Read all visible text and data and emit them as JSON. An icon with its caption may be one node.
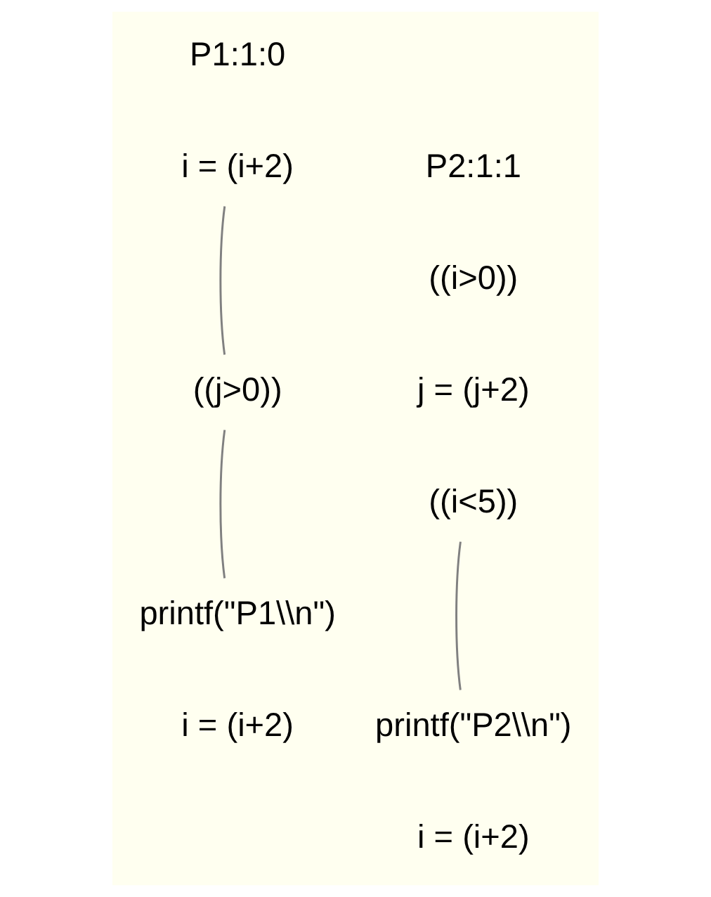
{
  "diagram": {
    "nodes": [
      {
        "text": [
          "i = (i+2)"
        ]
      },
      {
        "text": [
          "((j>0))"
        ]
      },
      {
        "text": [
          "printf(\"P1\\\\n\")"
        ]
      },
      {
        "text": [
          "((i<5))"
        ]
      },
      {
        "text": [
          "printf(\"P2\\\\n\")"
        ]
      }
    ],
    "edges": [
      {
        "from": 0,
        "to": 1,
        "arrow": "none",
        "color": "#808080"
      },
      {
        "from": 1,
        "to": 2,
        "arrow": "none",
        "color": "#808080"
      },
      {
        "from": 3,
        "to": 4,
        "arrow": "none",
        "color": "#808080"
      }
    ],
    "labels": [
      "P1:1:0",
      "P2:1:1",
      "((i>0))",
      "j = (j+2)",
      "i = (i+2)",
      "i = (i+2)"
    ]
  }
}
